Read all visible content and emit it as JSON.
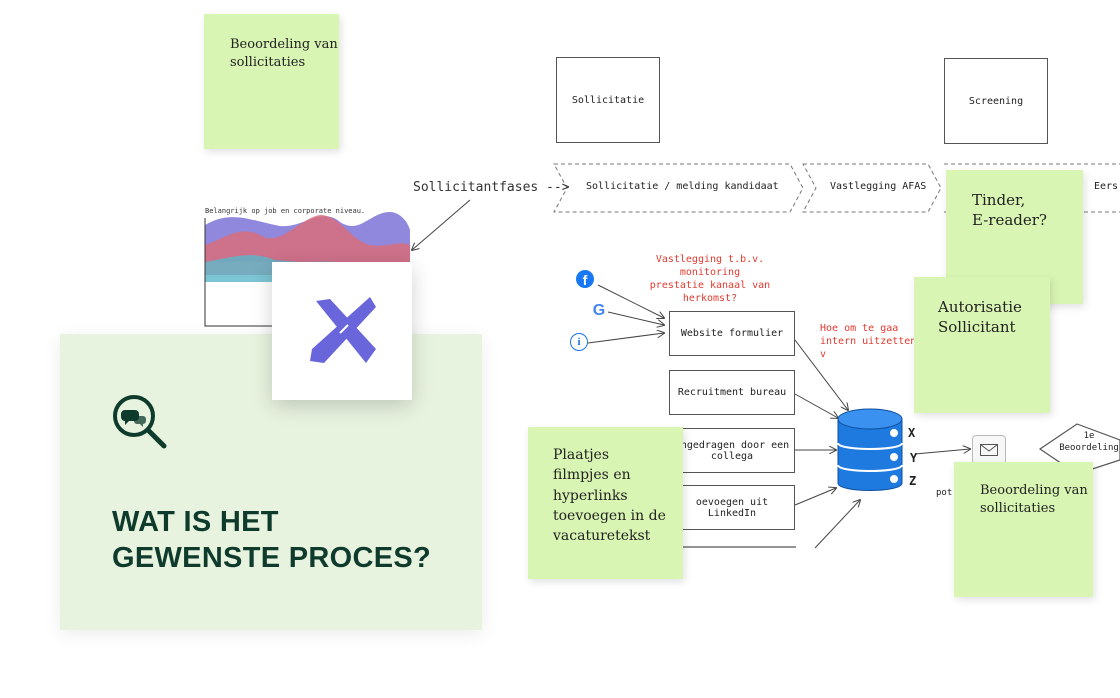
{
  "stickies": {
    "top_left": "Beoordeling van\nsollicitaties",
    "tinder": "Tinder,\nE-reader?",
    "autorisatie": "Autorisatie\nSollicitant",
    "plaatjes": "Plaatjes\nfilmpjes en\nhyperlinks\ntoevoegen in de\nvacaturetekst",
    "beoordeling_right": "Beoordeling van\nsollicitaties"
  },
  "boxes": {
    "sollicitatie": "Sollicitatie",
    "screening": "Screening",
    "website_formulier": "Website formulier",
    "recruitment_bureau": "Recruitment bureau",
    "aangedragen": "angedragen door een\ncollega",
    "toevoegen_linkedin": "oevoegen uit LinkedIn"
  },
  "phases": {
    "label": "Sollicitantfases -->",
    "items": [
      "Sollicitatie / melding kandidaat",
      "Vastlegging AFAS",
      "Eers"
    ]
  },
  "chart_caption": "Belangrijk op job en corporate niveau.",
  "red_notes": {
    "monitoring": "Vastlegging t.b.v. monitoring\nprestatie kanaal van herkomst?",
    "intern": "Hoe om te gaa\nintern uitzetten v"
  },
  "database_labels": [
    "X",
    "Y",
    "Z"
  ],
  "pot_label": "pot",
  "diamond_label": "1e\nBeoordeling",
  "channel_icons": [
    "facebook-icon",
    "google-icon",
    "info-icon"
  ],
  "panel": {
    "title_line1": "WAT IS HET",
    "title_line2": "GEWENSTE PROCES?",
    "icon": "chat-search-icon"
  },
  "colors": {
    "sticky": "#d9f5b3",
    "panel": "#e8f3df",
    "heading": "#0f3b2c",
    "accent_red": "#e03a2f",
    "database_blue": "#1f7ae0",
    "logo_purple": "#6965db"
  }
}
